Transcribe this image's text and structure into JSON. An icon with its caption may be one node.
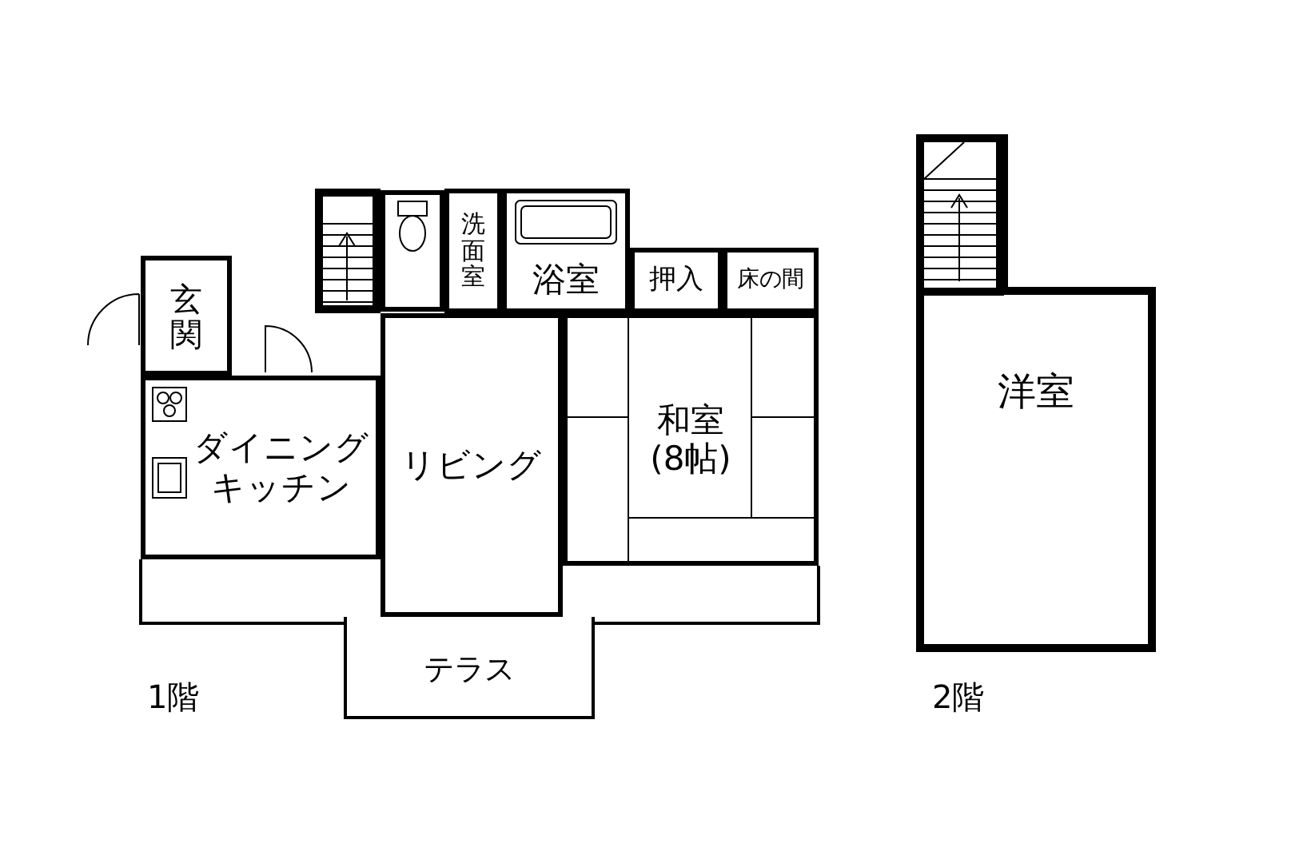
{
  "diagram": {
    "nodes": [
      {
        "text": [
          "玄関"
        ]
      },
      {
        "text": [
          "ダイニングキッチン"
        ]
      },
      {
        "text": [
          "リビング"
        ]
      },
      {
        "text": [
          "洗面室"
        ]
      },
      {
        "text": [
          "浴室"
        ]
      },
      {
        "text": [
          "押入"
        ]
      },
      {
        "text": [
          "床の間"
        ]
      },
      {
        "text": [
          "和室",
          "(8帖)"
        ]
      },
      {
        "text": [
          "テラス"
        ]
      },
      {
        "text": [
          "洋室"
        ]
      }
    ],
    "labels": [
      "1階",
      "2階"
    ]
  }
}
